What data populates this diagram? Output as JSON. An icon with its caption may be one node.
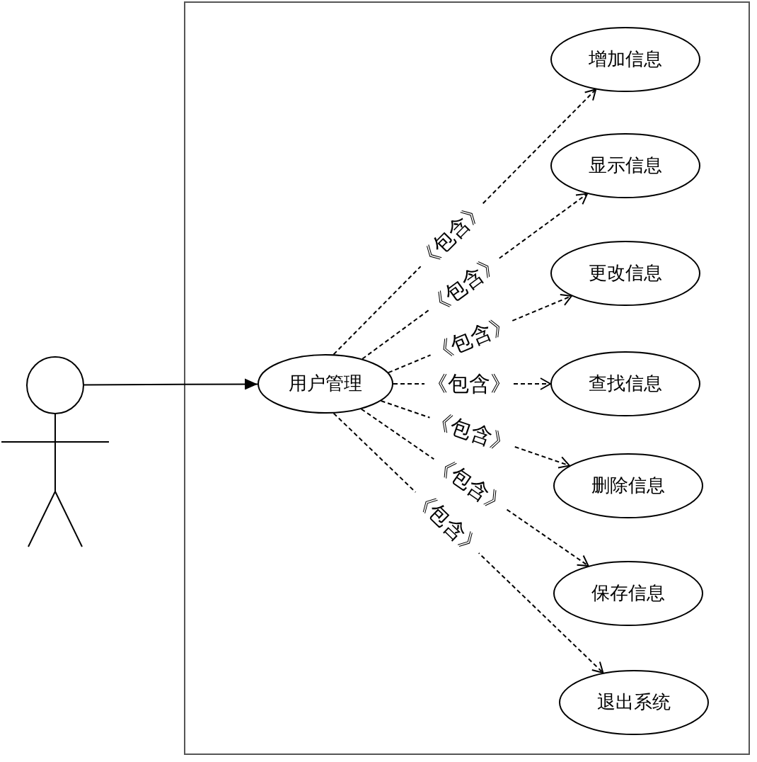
{
  "diagram": {
    "nodes": [
      {
        "text": [],
        "shape": "person"
      },
      {
        "text": [
          "用户管理"
        ]
      },
      {
        "text": [
          "增加信息"
        ]
      },
      {
        "text": [
          "显示信息"
        ]
      },
      {
        "text": [
          "更改信息"
        ]
      },
      {
        "text": [
          "查找信息"
        ]
      },
      {
        "text": [
          "删除信息"
        ]
      },
      {
        "text": [
          "保存信息"
        ]
      },
      {
        "text": [
          "退出系统"
        ]
      }
    ],
    "edges": [
      {
        "from": 0,
        "to": 1,
        "arrow": "to"
      },
      {
        "from": 1,
        "to": 2,
        "arrow": "to",
        "label": "《包含》",
        "style": "dashed"
      },
      {
        "from": 1,
        "to": 3,
        "arrow": "to",
        "label": "《包含》",
        "style": "dashed"
      },
      {
        "from": 1,
        "to": 4,
        "arrow": "to",
        "label": "《包含》",
        "style": "dashed"
      },
      {
        "from": 1,
        "to": 5,
        "arrow": "to",
        "label": "《包含》",
        "style": "dashed"
      },
      {
        "from": 1,
        "to": 6,
        "arrow": "to",
        "label": "《包含》",
        "style": "dashed"
      },
      {
        "from": 1,
        "to": 7,
        "arrow": "to",
        "label": "《包含》",
        "style": "dashed"
      },
      {
        "from": 1,
        "to": 8,
        "arrow": "to",
        "label": "《包含》",
        "style": "dashed"
      }
    ]
  }
}
